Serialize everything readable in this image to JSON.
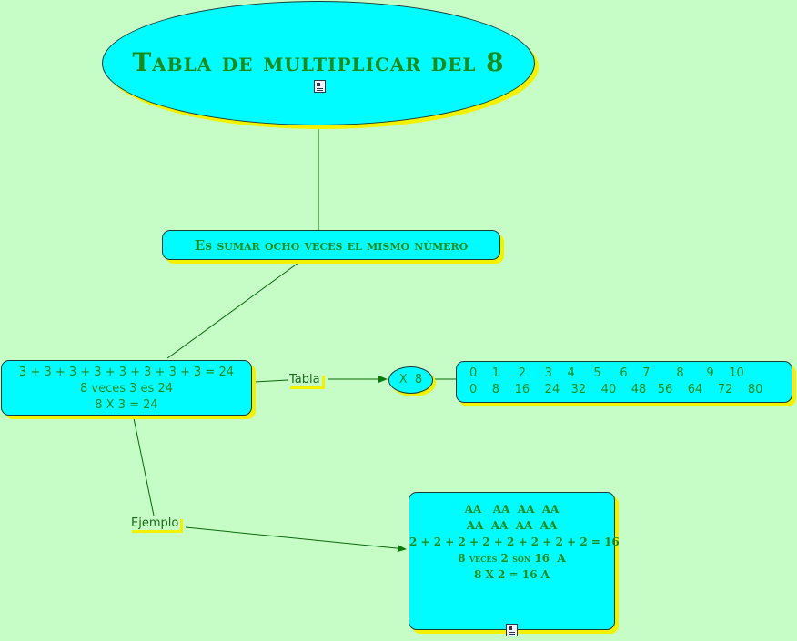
{
  "title_node": {
    "text": "Tabla de multiplicar del 8",
    "icon": "document-icon"
  },
  "definition_node": {
    "text": "Es sumar ocho veces el mismo nùmero"
  },
  "example_node": {
    "lines": [
      "3 + 3 + 3 + 3 + 3 + 3 + 3 + 3 = 24",
      "8 veces 3 es 24",
      "8 X 3 = 24"
    ]
  },
  "x8_node": {
    "text": "X  8"
  },
  "table_node": {
    "row1": "0    1     2     3    4     5     6    7       8      9    10",
    "row2": "0    8    16    24   32    40    48   56    64    72    80"
  },
  "letters_node": {
    "lines": [
      "AA   AA  AA  AA",
      "AA  AA  AA  AA",
      "2 + 2 + 2 + 2 + 2 + 2 + 2 + 2 = 16",
      "8 veces 2 son 16  A",
      "8 X 2 = 16 A"
    ],
    "icon": "document-icon"
  },
  "links": {
    "tabla_label": "Tabla",
    "ejemplo_label": "Ejemplo"
  },
  "colors": {
    "background": "#c6fcc6",
    "node_fill": "#00fcff",
    "shadow": "#f2f200",
    "text": "#1a8a1a",
    "line": "#0a6a0a"
  }
}
